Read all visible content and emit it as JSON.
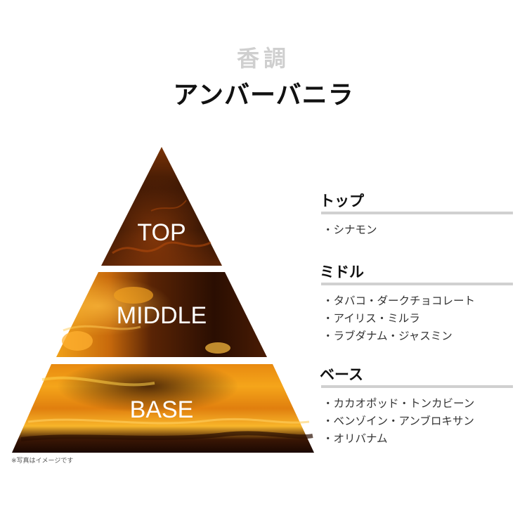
{
  "header": {
    "subtitle": "香調",
    "title": "アンバーバニラ"
  },
  "pyramid": {
    "tiers": [
      {
        "label": "TOP"
      },
      {
        "label": "MIDDLE"
      },
      {
        "label": "BASE"
      }
    ],
    "caption": "※写真はイメージです",
    "colors": {
      "dark": "#2a1405",
      "mid": "#8a3f08",
      "bright": "#f2a010",
      "highlight": "#ffd24a"
    }
  },
  "notes": [
    {
      "heading": "トップ",
      "items": [
        "・シナモン"
      ]
    },
    {
      "heading": "ミドル",
      "items": [
        "・タバコ・ダークチョコレート",
        "・アイリス・ミルラ",
        "・ラブダナム・ジャスミン"
      ]
    },
    {
      "heading": "ベース",
      "items": [
        "・カカオポッド・トンカビーン",
        "・ベンゾイン・アンブロキサン",
        "・オリバナム"
      ]
    }
  ]
}
